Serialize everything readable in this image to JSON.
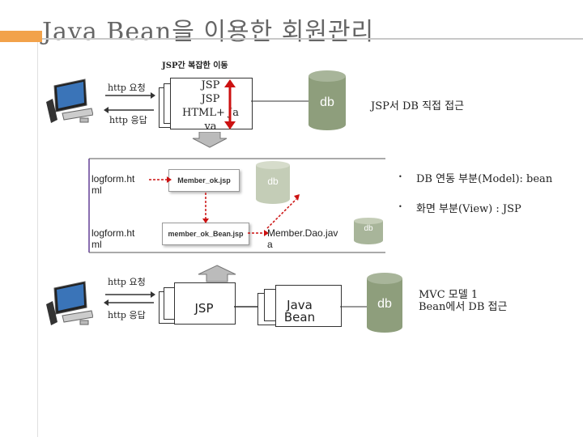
{
  "title": "Java Bean을 이용한 회원관리",
  "top_section": {
    "caption": "JSP간 복잡한 이동",
    "request_label": "http 요청",
    "response_label": "http 응답",
    "page_box_text": "JSP\nJSP\nHTML+ Ja\nva",
    "db_label": "db",
    "note": "JSP서 DB 직접 접근"
  },
  "middle_section": {
    "logform_top": "logform.ht\nml",
    "logform_bottom": "logform.ht\nml",
    "member_ok_jsp": "Member_ok.jsp",
    "member_ok_bean": "member_ok_Bean.jsp",
    "db_label_light": "db",
    "member_dao": "Member.Dao.jav\na",
    "db_label_small": "db",
    "bullets": [
      "DB 연동 부분(Model): bean",
      "화면 부분(View) : JSP"
    ]
  },
  "bottom_section": {
    "request_label": "http 요청",
    "response_label": "http 응답",
    "jsp_label": "JSP",
    "bean_label": "Java\nBean",
    "db_label": "db",
    "note": "MVC 모델 1\nBean에서 DB 접근"
  },
  "colors": {
    "accent_orange": "#f2a24a",
    "cylinder": "#8e9e7c",
    "cylinder_light": "#a8b59a",
    "arrow_red": "#cc1111"
  }
}
